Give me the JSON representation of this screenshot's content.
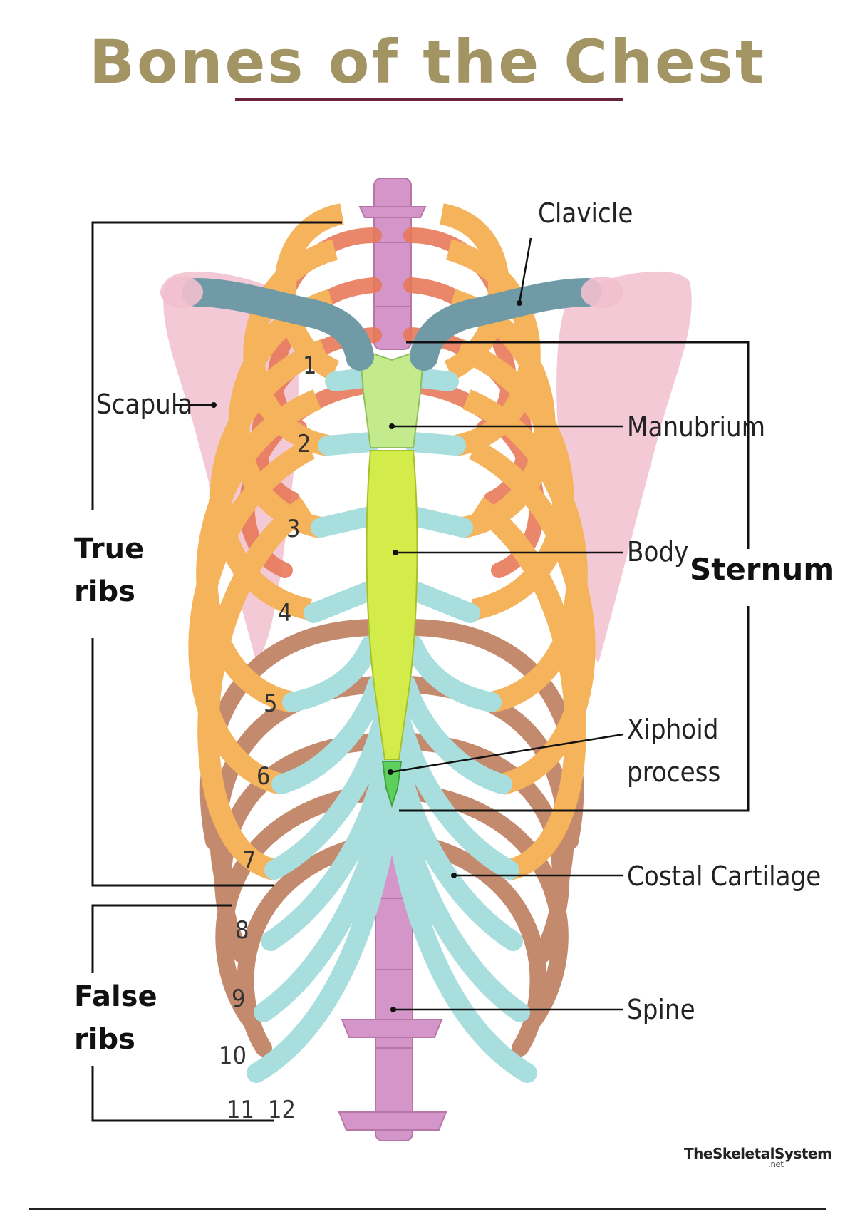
{
  "title": "Bones of the Chest",
  "labels": {
    "clavicle": "Clavicle",
    "scapula": "Scapula",
    "manubrium": "Manubrium",
    "body": "Body",
    "sternum": "Sternum",
    "xiphoid_line1": "Xiphoid",
    "xiphoid_line2": "process",
    "costal_cartilage": "Costal Cartilage",
    "spine": "Spine",
    "true_ribs": "True\nribs",
    "false_ribs": "False\nribs"
  },
  "rib_numbers": [
    "1",
    "2",
    "3",
    "4",
    "5",
    "6",
    "7",
    "8",
    "9",
    "10",
    "11",
    "12"
  ],
  "watermark": {
    "name": "TheSkeletalSystem",
    "suffix": ".net"
  },
  "colors": {
    "title": "#a39464",
    "title_rule": "#6b2340",
    "rib_true": "#f5b35c",
    "rib_posterior": "#e8795a",
    "rib_false": "#c48a6e",
    "costal_cartilage": "#a9dede",
    "clavicle": "#6f9aa6",
    "manubrium": "#c3eb8e",
    "sternum_body": "#d4ec4a",
    "xiphoid": "#5ccf5c",
    "spine": "#d495c8",
    "scapula": "#f1c0cf"
  }
}
